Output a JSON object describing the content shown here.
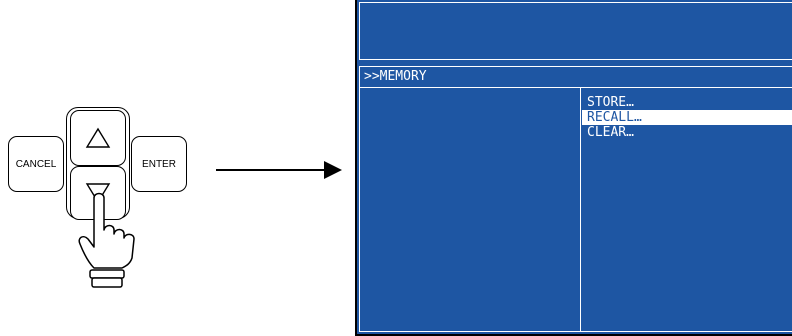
{
  "keypad": {
    "cancel_label": "CANCEL",
    "enter_label": "ENTER",
    "up_glyph": "△",
    "down_glyph": "▽"
  },
  "screen": {
    "menu_title": ">>MEMORY",
    "items": [
      {
        "label": "STORE…",
        "selected": false
      },
      {
        "label": "RECALL…",
        "selected": true
      },
      {
        "label": "CLEAR…",
        "selected": false
      }
    ]
  },
  "colors": {
    "screen_bg": "#1e56a3",
    "highlight": "#ffffff"
  }
}
